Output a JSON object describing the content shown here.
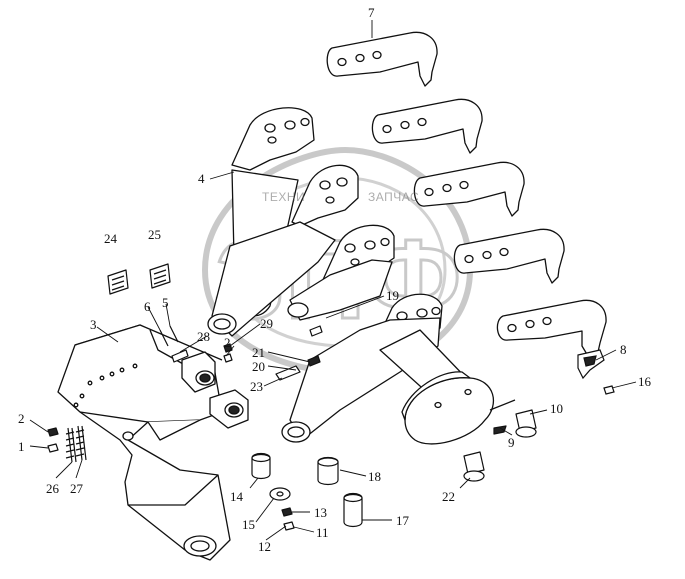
{
  "watermark": {
    "logo_text": "ЗПФ",
    "left_text": "ТЕХНИ",
    "right_text": "ЗАПЧАС"
  },
  "callouts": [
    {
      "id": "c1",
      "text": "1"
    },
    {
      "id": "c2",
      "text": "2"
    },
    {
      "id": "c3",
      "text": "3"
    },
    {
      "id": "c4",
      "text": "4"
    },
    {
      "id": "c5",
      "text": "5"
    },
    {
      "id": "c6",
      "text": "6"
    },
    {
      "id": "c7",
      "text": "7"
    },
    {
      "id": "c8",
      "text": "8"
    },
    {
      "id": "c9",
      "text": "9"
    },
    {
      "id": "c10",
      "text": "10"
    },
    {
      "id": "c11",
      "text": "11"
    },
    {
      "id": "c12",
      "text": "12"
    },
    {
      "id": "c13",
      "text": "13"
    },
    {
      "id": "c14",
      "text": "14"
    },
    {
      "id": "c15",
      "text": "15"
    },
    {
      "id": "c16",
      "text": "16"
    },
    {
      "id": "c17",
      "text": "17"
    },
    {
      "id": "c18",
      "text": "18"
    },
    {
      "id": "c19",
      "text": "19"
    },
    {
      "id": "c20",
      "text": "20"
    },
    {
      "id": "c21",
      "text": "21"
    },
    {
      "id": "c22",
      "text": "22"
    },
    {
      "id": "c23",
      "text": "23"
    },
    {
      "id": "c24",
      "text": "24"
    },
    {
      "id": "c25",
      "text": "25"
    },
    {
      "id": "c26",
      "text": "26"
    },
    {
      "id": "c27",
      "text": "27"
    },
    {
      "id": "c28",
      "text": "28"
    },
    {
      "id": "c29",
      "text": "29"
    }
  ]
}
